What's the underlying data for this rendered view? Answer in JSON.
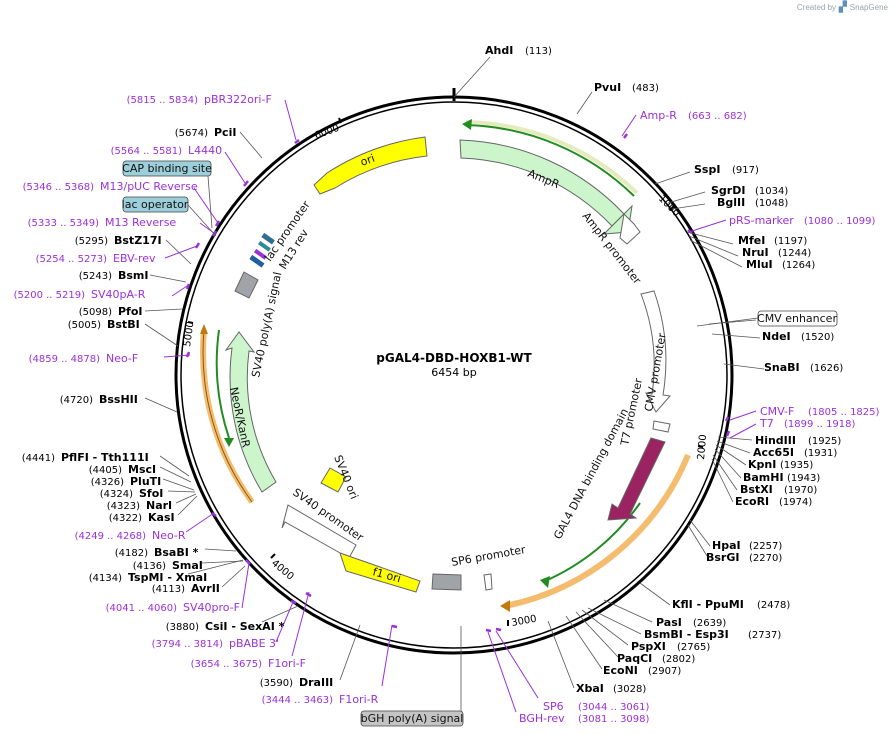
{
  "credit": {
    "text": "Created by",
    "brand": "SnapGene"
  },
  "plasmid": {
    "name": "pGAL4-DBD-HOXB1-WT",
    "size": "6454 bp"
  },
  "ticks": [
    "1000",
    "2000",
    "3000",
    "4000",
    "5000",
    "6000"
  ],
  "enzymes": [
    {
      "name": "AhdI",
      "pos": "(113)"
    },
    {
      "name": "PvuI",
      "pos": "(483)"
    },
    {
      "name": "SspI",
      "pos": "(917)"
    },
    {
      "name": "SgrDI",
      "pos": "(1034)"
    },
    {
      "name": "BglII",
      "pos": "(1048)"
    },
    {
      "name": "MfeI",
      "pos": "(1197)"
    },
    {
      "name": "NruI",
      "pos": "(1244)"
    },
    {
      "name": "MluI",
      "pos": "(1264)"
    },
    {
      "name": "NdeI",
      "pos": "(1520)"
    },
    {
      "name": "SnaBI",
      "pos": "(1626)"
    },
    {
      "name": "HindIII",
      "pos": "(1925)"
    },
    {
      "name": "Acc65I",
      "pos": "(1931)"
    },
    {
      "name": "KpnI",
      "pos": "(1935)"
    },
    {
      "name": "BamHI",
      "pos": "(1943)"
    },
    {
      "name": "BstXI",
      "pos": "(1970)"
    },
    {
      "name": "EcoRI",
      "pos": "(1974)"
    },
    {
      "name": "HpaI",
      "pos": "(2257)"
    },
    {
      "name": "BsrGI",
      "pos": "(2270)"
    },
    {
      "name": "KflI - PpuMI",
      "pos": "(2478)"
    },
    {
      "name": "PasI",
      "pos": "(2639)"
    },
    {
      "name": "BsmBI - Esp3I",
      "pos": "(2737)"
    },
    {
      "name": "PspXI",
      "pos": "(2765)"
    },
    {
      "name": "PaqCI",
      "pos": "(2802)"
    },
    {
      "name": "EcoNI",
      "pos": "(2907)"
    },
    {
      "name": "XbaI",
      "pos": "(3028)"
    },
    {
      "name": "DraIII",
      "pos": "(3590)"
    },
    {
      "name": "CsiI - SexAI *",
      "pos": "(3880)"
    },
    {
      "name": "TspMI - XmaI",
      "pos": "(4134)"
    },
    {
      "name": "SmaI",
      "pos": "(4136)"
    },
    {
      "name": "BsaBI *",
      "pos": "(4182)"
    },
    {
      "name": "AvrII",
      "pos": "(4113)"
    },
    {
      "name": "KasI",
      "pos": "(4322)"
    },
    {
      "name": "NarI",
      "pos": "(4323)"
    },
    {
      "name": "SfoI",
      "pos": "(4324)"
    },
    {
      "name": "PluTI",
      "pos": "(4326)"
    },
    {
      "name": "MscI",
      "pos": "(4405)"
    },
    {
      "name": "PflFI - Tth111I",
      "pos": "(4441)"
    },
    {
      "name": "BssHII",
      "pos": "(4720)"
    },
    {
      "name": "BstBI",
      "pos": "(5005)"
    },
    {
      "name": "PfoI",
      "pos": "(5098)"
    },
    {
      "name": "BsmI",
      "pos": "(5243)"
    },
    {
      "name": "BstZ17I",
      "pos": "(5295)"
    },
    {
      "name": "PciI",
      "pos": "(5674)"
    }
  ],
  "primers": [
    {
      "name": "Amp-R",
      "pos": "(663 .. 682)"
    },
    {
      "name": "pRS-marker",
      "pos": "(1080 .. 1099)"
    },
    {
      "name": "CMV-F",
      "pos": "(1805 .. 1825)"
    },
    {
      "name": "T7",
      "pos": "(1899 .. 1918)"
    },
    {
      "name": "SP6",
      "pos": "(3044 .. 3061)"
    },
    {
      "name": "BGH-rev",
      "pos": "(3081 .. 3098)"
    },
    {
      "name": "F1ori-R",
      "pos": "(3444 .. 3463)"
    },
    {
      "name": "F1ori-F",
      "pos": "(3654 .. 3675)"
    },
    {
      "name": "pBABE 3'",
      "pos": "(3794 .. 3814)"
    },
    {
      "name": "SV40pro-F",
      "pos": "(4041 .. 4060)"
    },
    {
      "name": "Neo-R",
      "pos": "(4249 .. 4268)"
    },
    {
      "name": "Neo-F",
      "pos": "(4859 .. 4878)"
    },
    {
      "name": "SV40pA-R",
      "pos": "(5200 .. 5219)"
    },
    {
      "name": "EBV-rev",
      "pos": "(5254 .. 5273)"
    },
    {
      "name": "M13 Reverse",
      "pos": "(5333 .. 5349)"
    },
    {
      "name": "M13/pUC Reverse",
      "pos": "(5346 .. 5368)"
    },
    {
      "name": "L4440",
      "pos": "(5564 .. 5581)"
    },
    {
      "name": "pBR322ori-F",
      "pos": "(5815 .. 5834)"
    }
  ],
  "boxed_features": [
    "CAP binding site",
    "lac operator",
    "CMV enhancer",
    "bGH poly(A) signal"
  ],
  "features": [
    "AmpR",
    "AmpR promoter",
    "ori",
    "lac promoter",
    "M13 rev",
    "SV40 poly(A) signal",
    "NeoR/KanR",
    "SV40 ori",
    "SV40 promoter",
    "f1 ori",
    "SP6 promoter",
    "GAL4 DNA binding domain",
    "T7 promoter",
    "CMV promoter"
  ],
  "colors": {
    "primer": "#9b30d9",
    "ampr": "#ccf5cc",
    "ori": "#ffff00",
    "gal4": "#9c2361",
    "orf_line": "#228b22",
    "orf_outline": "#f0a030",
    "terminator": "#a0a4a8",
    "promoter": "#ffffff",
    "box_blue": "#9ccfd9",
    "box_gray": "#c4c4c4"
  }
}
